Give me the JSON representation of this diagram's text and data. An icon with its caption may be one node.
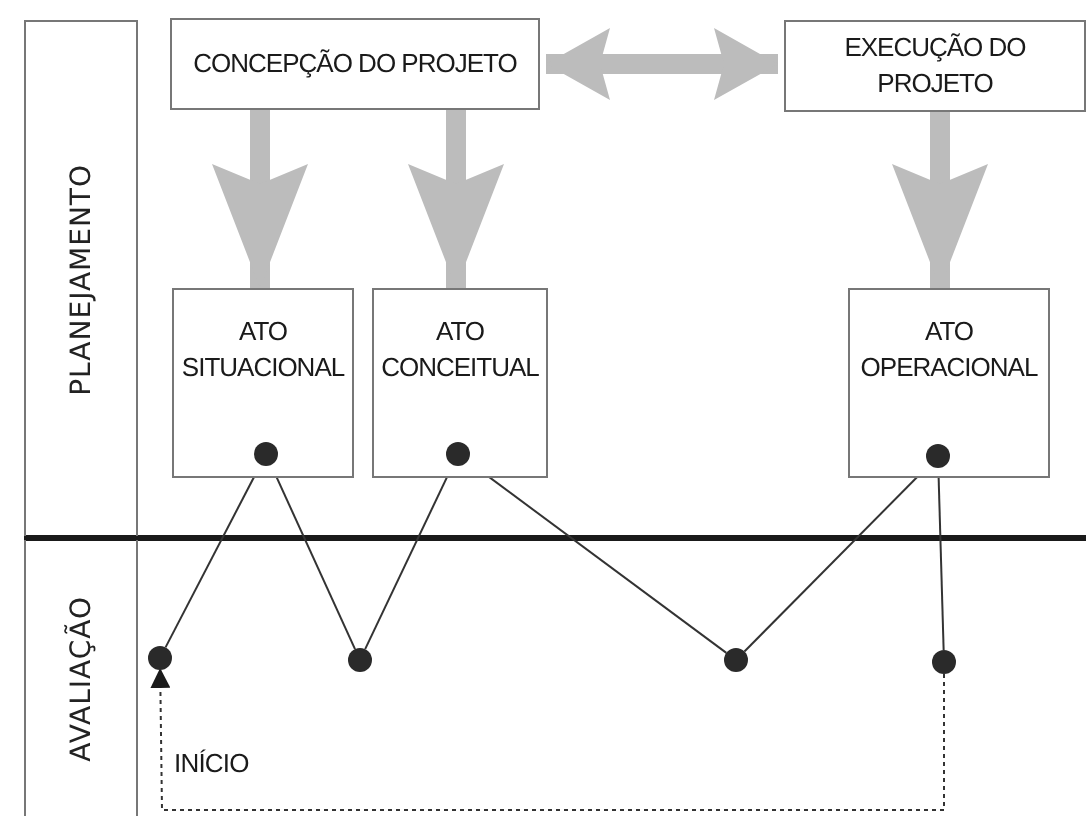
{
  "diagram": {
    "nodes": [
      {
        "text": [
          "PLANEJAMENTO"
        ]
      },
      {
        "text": [
          "CONCEPÇÃO DO PROJETO"
        ]
      },
      {
        "text": [
          "EXECUÇÃO DO PROJETO"
        ]
      },
      {
        "text": [
          "ATO SITUACIONAL"
        ]
      },
      {
        "text": [],
        "shape": "circle",
        "in": 3
      },
      {
        "text": [
          "ATO CONCEITUAL"
        ]
      },
      {
        "text": [],
        "shape": "circle",
        "in": 5
      },
      {
        "text": [
          "ATO OPERACIONAL"
        ]
      },
      {
        "text": [],
        "shape": "circle",
        "in": 7
      },
      {
        "text": [
          "AVALIAÇÃO"
        ]
      },
      {
        "text": [],
        "shape": "circle"
      },
      {
        "text": [],
        "shape": "circle"
      },
      {
        "text": [],
        "shape": "circle"
      },
      {
        "text": [],
        "shape": "circle"
      }
    ],
    "edges": [
      {
        "from": 1,
        "to": 2,
        "arrow": "both",
        "style": "thick",
        "color": "#bcbcbc"
      },
      {
        "from": 1,
        "to": 3,
        "arrow": "to",
        "style": "thick",
        "color": "#bcbcbc"
      },
      {
        "from": 1,
        "to": 5,
        "arrow": "to",
        "style": "thick",
        "color": "#bcbcbc"
      },
      {
        "from": 2,
        "to": 7,
        "arrow": "to",
        "style": "thick",
        "color": "#bcbcbc"
      },
      {
        "from": 4,
        "to": 10,
        "arrow": "none"
      },
      {
        "from": 4,
        "to": 11,
        "arrow": "none"
      },
      {
        "from": 6,
        "to": 11,
        "arrow": "none"
      },
      {
        "from": 6,
        "to": 12,
        "arrow": "none"
      },
      {
        "from": 8,
        "to": 12,
        "arrow": "none"
      },
      {
        "from": 8,
        "to": 13,
        "arrow": "none"
      },
      {
        "from": 13,
        "to": 10,
        "arrow": "to",
        "style": "dashed",
        "label": "INÍCIO"
      }
    ]
  }
}
